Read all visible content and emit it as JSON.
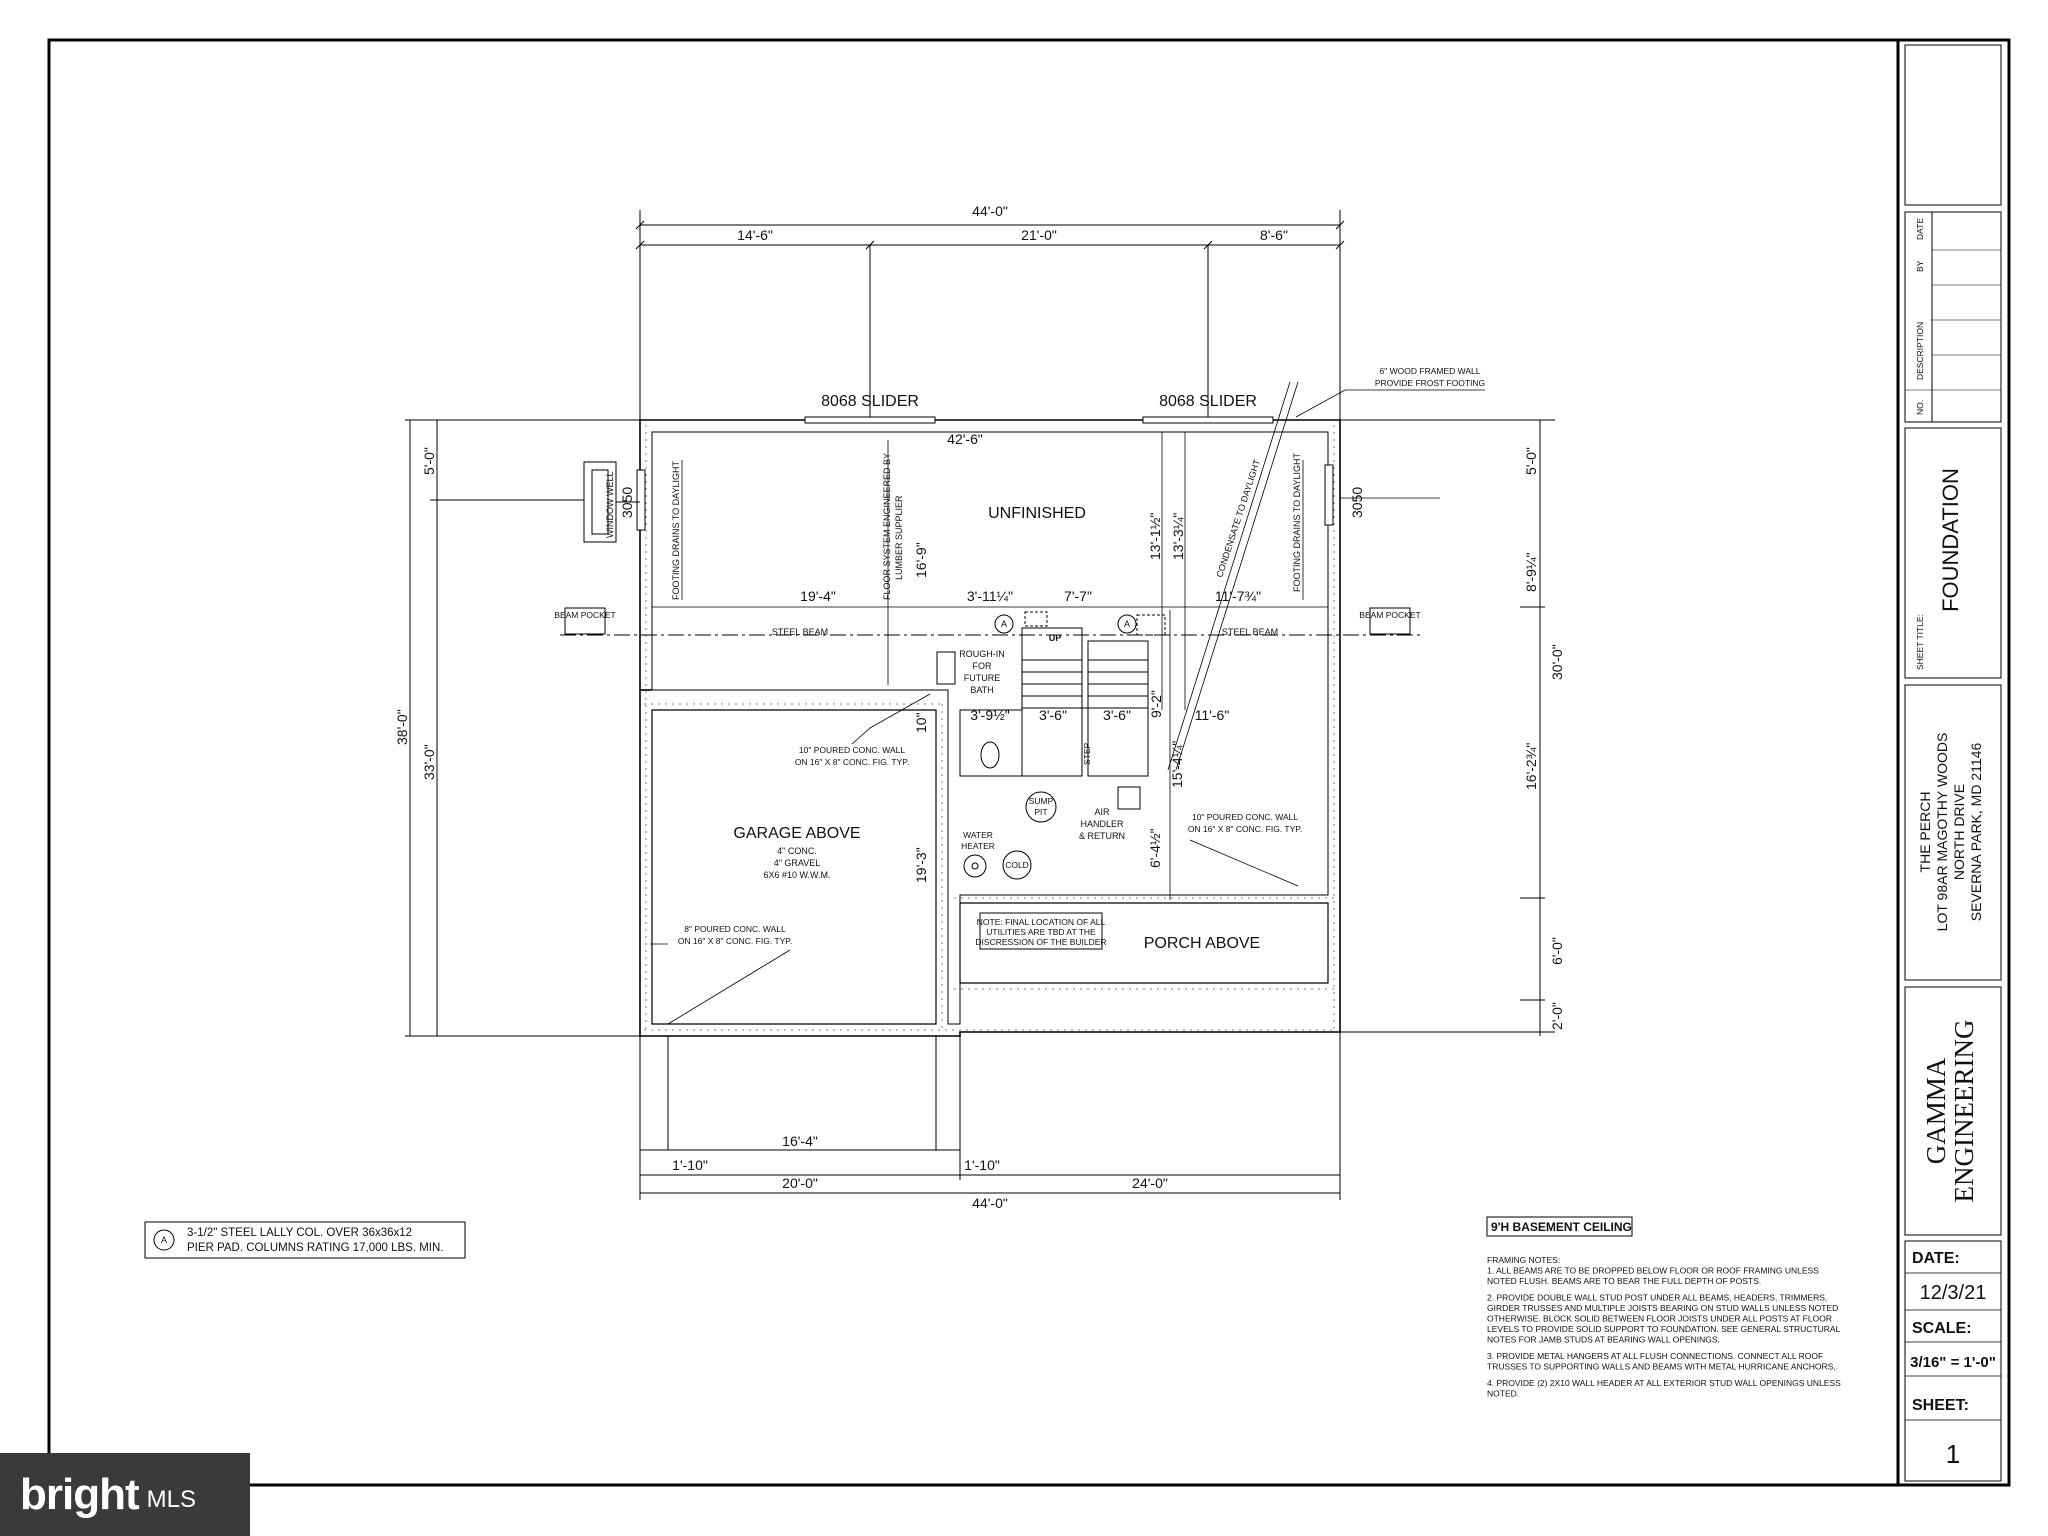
{
  "dimensions": {
    "overall_top": "44'-0\"",
    "top_left": "14'-6\"",
    "top_mid": "21'-0\"",
    "top_right": "8'-6\"",
    "inner_top": "42'-6\"",
    "slider_left": "8068 SLIDER",
    "slider_right": "8068 SLIDER",
    "left_total": "38'-0\"",
    "left_inner": "33'-0\"",
    "left_5": "5'-0\"",
    "right_5": "5'-0\"",
    "right_89": "8'-9¼\"",
    "right_30": "30'-0\"",
    "right_162": "16'-2¾\"",
    "right_6": "6'-0\"",
    "right_2": "2'-0\"",
    "d_19_4": "19'-4\"",
    "d_3_11": "3'-11¼\"",
    "d_7_7": "7'-7\"",
    "d_11_7": "11'-7¾\"",
    "d_16_9": "16'-9\"",
    "d_13_1": "13'-1½\"",
    "d_13_3": "13'-3¼\"",
    "d_3_9": "3'-9½\"",
    "d_3_6a": "3'-6\"",
    "d_3_6b": "3'-6\"",
    "d_9_2": "9'-2\"",
    "d_11_6": "11'-6\"",
    "d_15_4": "15'-4¼\"",
    "d_6_4": "6'-4½\"",
    "d_10": "10\"",
    "d_19_3": "19'-3\"",
    "bot_16_4": "16'-4\"",
    "bot_1_10a": "1'-10\"",
    "bot_1_10b": "1'-10\"",
    "bot_20": "20'-0\"",
    "bot_24": "24'-0\"",
    "bot_44": "44'-0\""
  },
  "labels": {
    "unfinished": "UNFINISHED",
    "garage": "GARAGE ABOVE",
    "garage_1": "4\" CONC.",
    "garage_2": "4\" GRAVEL",
    "garage_3": "6X6 #10 W.W.M.",
    "porch": "PORCH ABOVE",
    "steel_beam_l": "STEEL BEAM",
    "steel_beam_r": "STEEL BEAM",
    "beam_pocket_l": "BEAM POCKET",
    "beam_pocket_r": "BEAM POCKET",
    "window_well": "WINDOW WELL",
    "ww_3050": "3050",
    "r_3050": "3050",
    "footing_l": "FOOTING DRAINS TO DAYLIGHT",
    "footing_r": "FOOTING DRAINS TO DAYLIGHT",
    "floor_sys": "FLOOR SYSTEM ENGINEERED BY",
    "floor_sys2": "LUMBER SUPPLIER",
    "condensate": "CONDENSATE TO DAYLIGHT",
    "wood_wall_1": "6\" WOOD FRAMED WALL",
    "wood_wall_2": "PROVIDE FROST FOOTING",
    "rough_1": "ROUGH-IN",
    "rough_2": "FOR",
    "rough_3": "FUTURE",
    "rough_4": "BATH",
    "up": "UP",
    "step": "STEP",
    "sump_1": "SUMP",
    "sump_2": "PIT",
    "air_1": "AIR",
    "air_2": "HANDLER",
    "air_3": "& RETURN",
    "water_1": "WATER",
    "water_2": "HEATER",
    "cold": "COLD",
    "col_a": "A",
    "wall10_l1": "10\" POURED CONC. WALL",
    "wall10_l2": "ON 16\" X 8\" CONC. FIG. TYP.",
    "wall10_r1": "10\" POURED CONC. WALL",
    "wall10_r2": "ON 16\" X 8\" CONC. FIG. TYP.",
    "wall8_1": "8\" POURED CONC. WALL",
    "wall8_2": "ON 16\" X 8\" CONC. FIG. TYP.",
    "note_1": "NOTE: FINAL LOCATION OF ALL",
    "note_2": "UTILITIES ARE TBD AT THE",
    "note_3": "DISCRESSION OF THE BUILDER",
    "legend_1": "3-1/2\" STEEL LALLY COL. OVER 36x36x12",
    "legend_2": "PIER PAD. COLUMNS RATING 17,000 LBS. MIN.",
    "ceiling": "9'H BASEMENT CEILING"
  },
  "framing_notes": [
    "FRAMING NOTES:",
    "1. ALL BEAMS ARE TO BE DROPPED BELOW FLOOR OR ROOF FRAMING UNLESS",
    "NOTED FLUSH. BEAMS ARE TO BEAR THE FULL DEPTH OF POSTS.",
    "",
    "2. PROVIDE DOUBLE WALL STUD POST UNDER ALL BEAMS, HEADERS, TRIMMERS,",
    "GIRDER TRUSSES AND MULTIPLE JOISTS BEARING ON STUD WALLS UNLESS NOTED",
    "OTHERWISE. BLOCK SOLID BETWEEN FLOOR JOISTS UNDER ALL POSTS AT FLOOR",
    "LEVELS TO PROVIDE SOLID SUPPORT TO FOUNDATION. SEE GENERAL STRUCTURAL",
    "NOTES FOR JAMB STUDS AT BEARING WALL OPENINGS.",
    "",
    "3. PROVIDE METAL HANGERS AT ALL FLUSH CONNECTIONS. CONNECT ALL ROOF",
    "TRUSSES TO SUPPORTING WALLS AND BEAMS WITH METAL HURRICANE ANCHORS,.",
    "",
    "4. PROVIDE (2) 2X10 WALL HEADER AT ALL EXTERIOR STUD WALL OPENINGS UNLESS",
    "NOTED."
  ],
  "title_block": {
    "rev_no": "NO.",
    "rev_desc": "DESCRIPTION",
    "rev_by": "BY",
    "rev_date": "DATE",
    "sheet_title_label": "SHEET TITLE:",
    "sheet_title": "FOUNDATION",
    "project_1": "THE PERCH",
    "project_2": "LOT 98AR MAGOTHY WOODS",
    "project_3": "NORTH DRIVE",
    "project_4": "SEVERNA PARK, MD 21146",
    "firm_1": "GAMMA",
    "firm_2": "ENGINEERING",
    "date_label": "DATE:",
    "date": "12/3/21",
    "scale_label": "SCALE:",
    "scale": "3/16\" = 1'-0\"",
    "sheet_label": "SHEET:",
    "sheet": "1"
  },
  "watermark": {
    "brand": "bright",
    "suffix": "MLS"
  }
}
